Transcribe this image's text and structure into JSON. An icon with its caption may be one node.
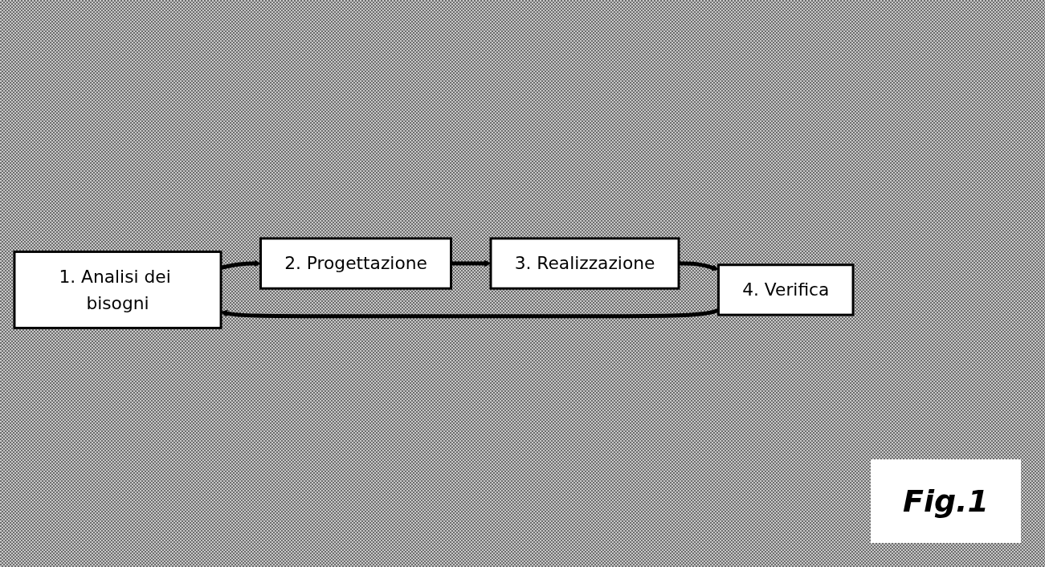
{
  "diagram": {
    "nodes": [
      {
        "text": [
          "1. Analisi dei bisogni"
        ]
      },
      {
        "text": [
          "2. Progettazione"
        ]
      },
      {
        "text": [
          "3. Realizzazione"
        ]
      },
      {
        "text": [
          "4. Verifica"
        ]
      }
    ],
    "edges": [
      {
        "from": 0,
        "to": 1,
        "arrow": "to"
      },
      {
        "from": 1,
        "to": 2,
        "arrow": "to"
      },
      {
        "from": 2,
        "to": 3,
        "arrow": "to"
      },
      {
        "from": 3,
        "to": 0,
        "arrow": "to"
      }
    ],
    "labels": [
      "Fig.1"
    ]
  }
}
